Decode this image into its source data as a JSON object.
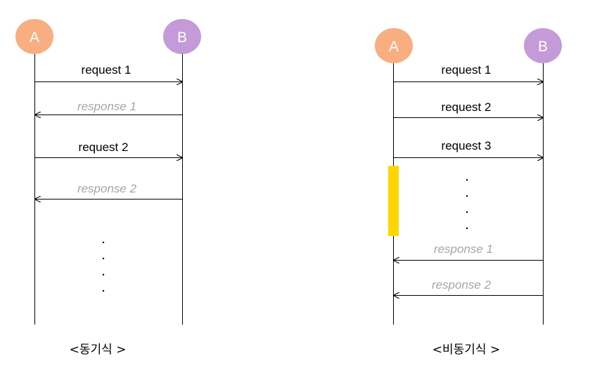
{
  "colors": {
    "node_a": "#F8AE80",
    "node_b": "#C49BD8",
    "response_text": "#A6A6A6",
    "wait_bar": "#FFD500"
  },
  "sync": {
    "node_a": "A",
    "node_b": "B",
    "messages": [
      {
        "label": "request 1",
        "kind": "request"
      },
      {
        "label": "response 1",
        "kind": "response"
      },
      {
        "label": "request 2",
        "kind": "request"
      },
      {
        "label": "response 2",
        "kind": "response"
      }
    ],
    "caption": "<동기식 >"
  },
  "async": {
    "node_a": "A",
    "node_b": "B",
    "messages": [
      {
        "label": "request 1",
        "kind": "request"
      },
      {
        "label": "request 2",
        "kind": "request"
      },
      {
        "label": "request 3",
        "kind": "request"
      },
      {
        "label": "response 1",
        "kind": "response"
      },
      {
        "label": "response 2",
        "kind": "response"
      }
    ],
    "caption": "<비동기식 >"
  }
}
